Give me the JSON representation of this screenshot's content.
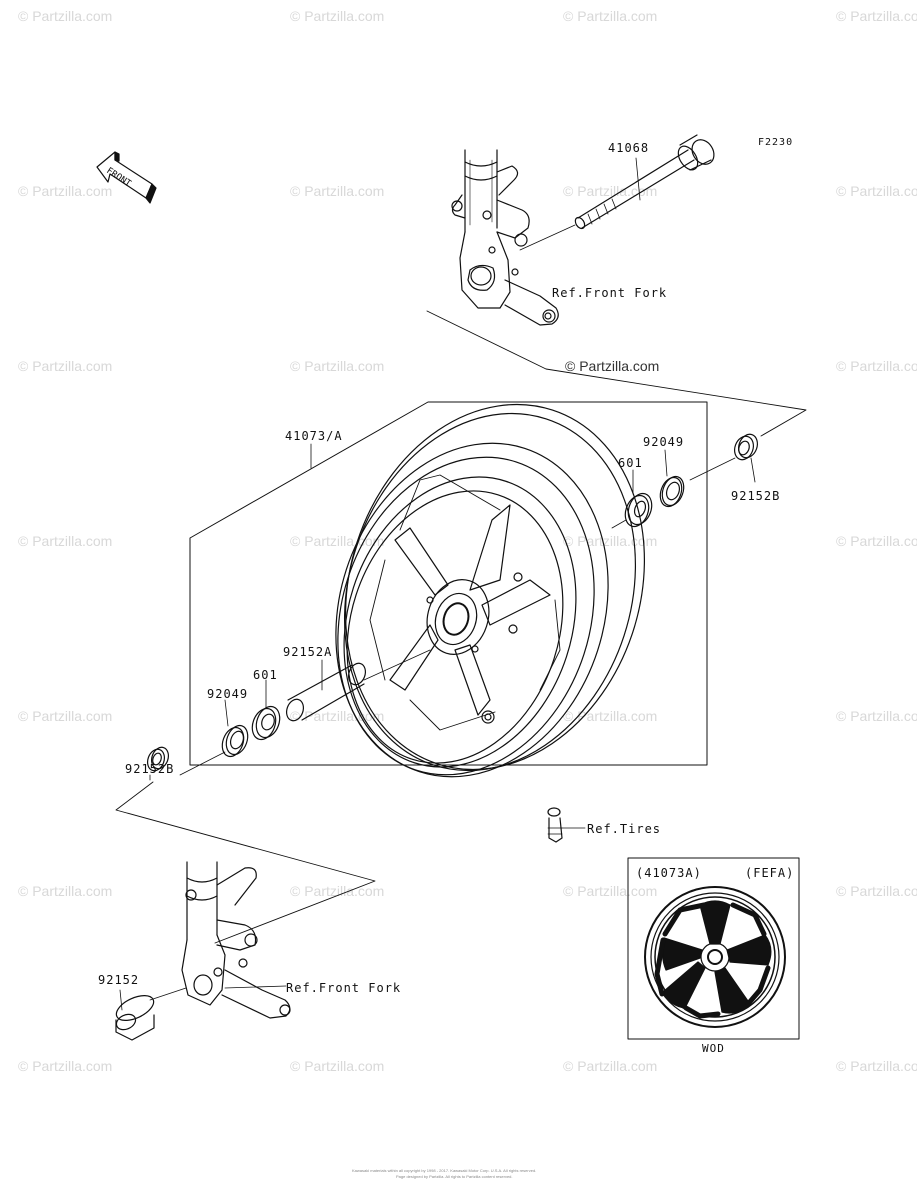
{
  "diagram_code": "F2230",
  "watermark": "© Partzilla.com",
  "front_arrow_label": "FRONT",
  "parts": {
    "axle": "41068",
    "wheel": "41073/A",
    "bearing_right": "601",
    "seal_right": "92049",
    "collar_right": "92152B",
    "spacer": "92152A",
    "bearing_left": "601",
    "seal_left": "92049",
    "collar_left": "92152B",
    "collar_bottom": "92152"
  },
  "references": {
    "front_fork_top": "Ref.Front Fork",
    "front_fork_bottom": "Ref.Front Fork",
    "tires": "Ref.Tires"
  },
  "inset": {
    "part_code": "(41073A)",
    "variant": "(FEFA)",
    "color_code": "WOD"
  },
  "footer": {
    "line1": "Kawasaki materials within all copyright by 1998 - 2017. Kawasaki Motor Corp. U.S.A. All rights reserved.",
    "line2": "Page designed by Partzilla. All rights to Partzilla content reserved."
  }
}
